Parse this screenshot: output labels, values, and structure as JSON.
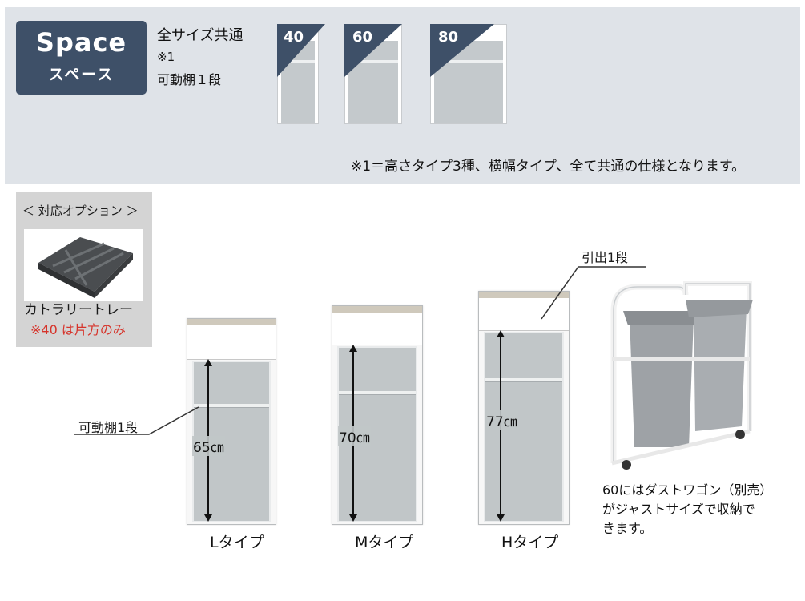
{
  "space_badge": {
    "title_en": "Space",
    "title_jp": "スペース"
  },
  "common": {
    "heading": "全サイズ共通",
    "note_ref": "※1",
    "shelf": "可動棚１段"
  },
  "sizes": [
    "40",
    "60",
    "80"
  ],
  "footnote": "※1＝高さタイプ3種、横幅タイプ、全て共通の仕様となります。",
  "option": {
    "heading": "＜ 対応オプション ＞",
    "name": "カトラリートレー",
    "caution": "※40 は片方のみ"
  },
  "labels": {
    "shelf_callout": "可動棚1段",
    "drawer_callout": "引出1段"
  },
  "cabinets": [
    {
      "type_label": "Lタイプ",
      "height_label": "65㎝"
    },
    {
      "type_label": "Mタイプ",
      "height_label": "70㎝"
    },
    {
      "type_label": "Hタイプ",
      "height_label": "77㎝"
    }
  ],
  "wagon_note": [
    "60にはダストワゴン（別売）",
    "がジャストサイズで収納で",
    "きます。"
  ],
  "colors": {
    "badge": "#3e5068",
    "band": "#dfe3e8",
    "caution": "#d6332a",
    "option_bg": "#d4d4d4"
  }
}
